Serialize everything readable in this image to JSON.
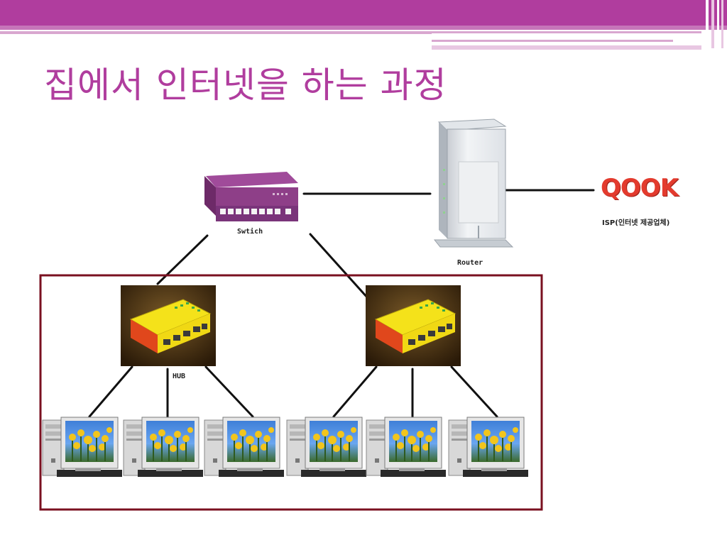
{
  "slide": {
    "title": "집에서 인터넷을 하는 과정",
    "colors": {
      "accent": "#b03d9e",
      "frame": "#7a1020",
      "line": "#111111"
    }
  },
  "diagram": {
    "nodes": {
      "switch": {
        "label": "Swtich",
        "icon": "network-switch-icon"
      },
      "router": {
        "label": "Router",
        "icon": "router-icon"
      },
      "isp": {
        "logo": "QOOK",
        "label": "ISP(인터넷 제공업체)",
        "icon": "isp-logo"
      },
      "hub_left": {
        "label": "HUB",
        "icon": "hub-icon"
      },
      "hub_right": {
        "label": "",
        "icon": "hub-icon"
      }
    },
    "computer_count": 6,
    "computer_icon": "desktop-computer-icon",
    "connections": [
      [
        "switch",
        "router"
      ],
      [
        "router",
        "isp"
      ],
      [
        "switch",
        "hub_left"
      ],
      [
        "switch",
        "hub_right"
      ],
      [
        "hub_left",
        "computer_1"
      ],
      [
        "hub_left",
        "computer_2"
      ],
      [
        "hub_left",
        "computer_3"
      ],
      [
        "hub_right",
        "computer_4"
      ],
      [
        "hub_right",
        "computer_5"
      ],
      [
        "hub_right",
        "computer_6"
      ]
    ]
  }
}
